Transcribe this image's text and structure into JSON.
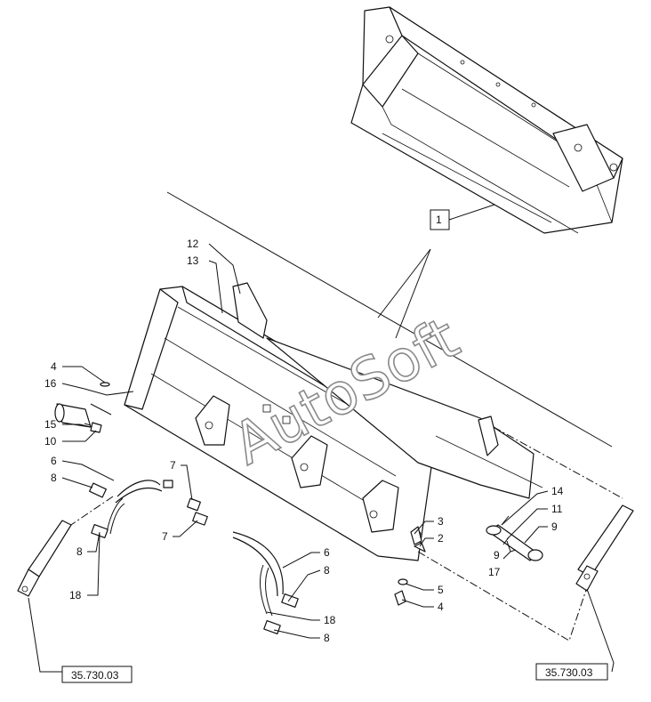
{
  "callouts": {
    "c1": "1",
    "c2": "2",
    "c3": "3",
    "c4a": "4",
    "c4b": "4",
    "c5": "5",
    "c6a": "6",
    "c6b": "6",
    "c7a": "7",
    "c7b": "7",
    "c8a": "8",
    "c8b": "8",
    "c8c": "8",
    "c8d": "8",
    "c9a": "9",
    "c9b": "9",
    "c10": "10",
    "c11": "11",
    "c12": "12",
    "c13": "13",
    "c14": "14",
    "c15": "15",
    "c16": "16",
    "c17": "17",
    "c18a": "18",
    "c18b": "18"
  },
  "references": {
    "left": "35.730.03",
    "right": "35.730.03"
  },
  "watermark": "AutoSoft"
}
